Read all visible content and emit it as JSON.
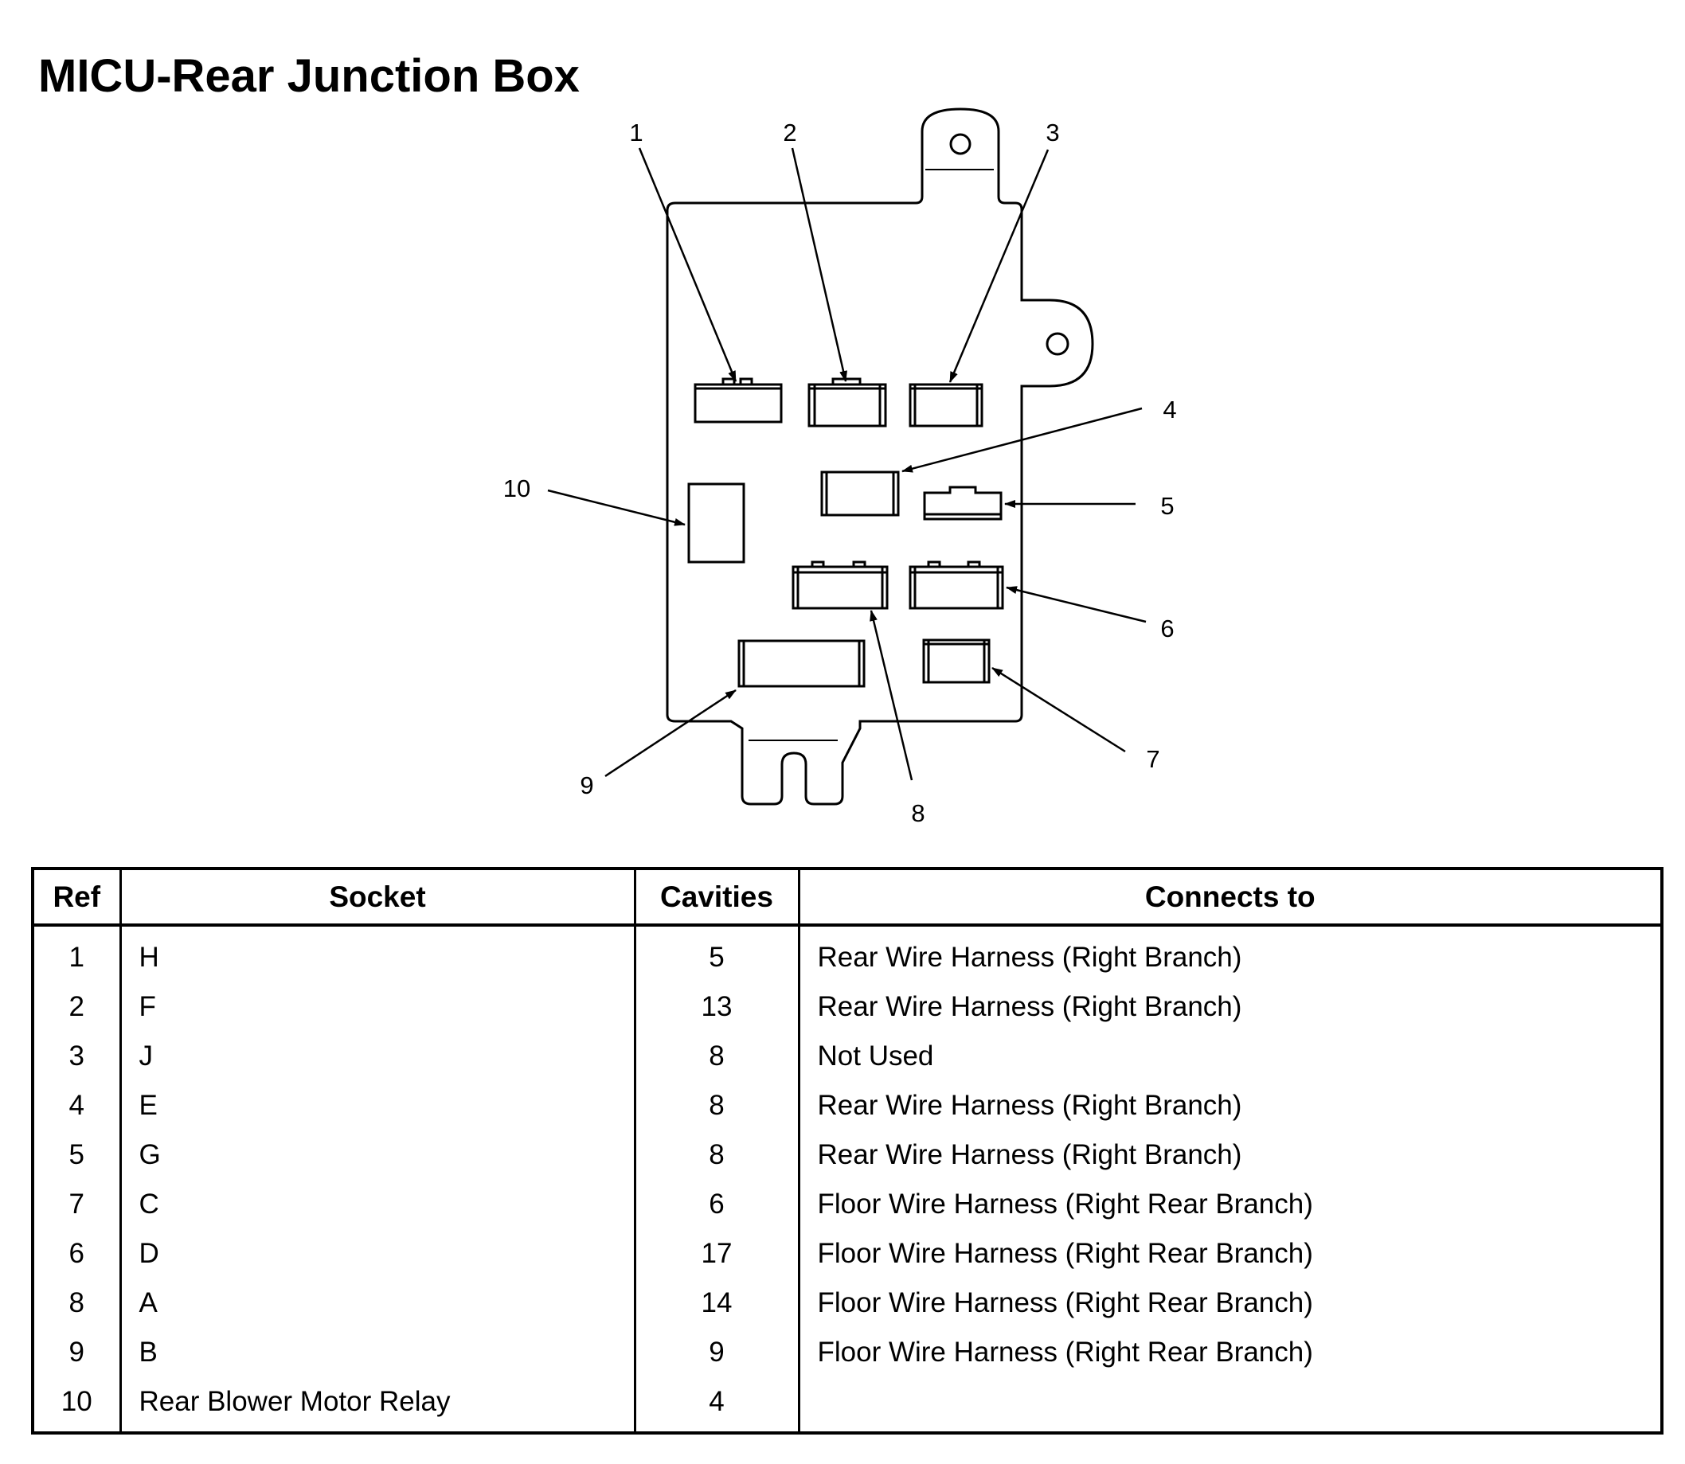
{
  "title": "MICU-Rear Junction Box",
  "callouts": [
    "1",
    "2",
    "3",
    "4",
    "5",
    "6",
    "7",
    "8",
    "9",
    "10"
  ],
  "table": {
    "headers": {
      "ref": "Ref",
      "socket": "Socket",
      "cavities": "Cavities",
      "connects": "Connects to"
    },
    "rows": [
      {
        "ref": "1",
        "socket": "H",
        "cavities": "5",
        "connects": "Rear Wire Harness (Right Branch)"
      },
      {
        "ref": "2",
        "socket": "F",
        "cavities": "13",
        "connects": "Rear Wire Harness (Right Branch)"
      },
      {
        "ref": "3",
        "socket": "J",
        "cavities": "8",
        "connects": "Not Used"
      },
      {
        "ref": "4",
        "socket": "E",
        "cavities": "8",
        "connects": "Rear Wire Harness (Right Branch)"
      },
      {
        "ref": "5",
        "socket": "G",
        "cavities": "8",
        "connects": "Rear Wire Harness (Right Branch)"
      },
      {
        "ref": "7",
        "socket": "C",
        "cavities": "6",
        "connects": "Floor Wire Harness (Right Rear Branch)"
      },
      {
        "ref": "6",
        "socket": "D",
        "cavities": "17",
        "connects": "Floor Wire Harness (Right Rear Branch)"
      },
      {
        "ref": "8",
        "socket": "A",
        "cavities": "14",
        "connects": "Floor Wire Harness (Right Rear Branch)"
      },
      {
        "ref": "9",
        "socket": "B",
        "cavities": "9",
        "connects": "Floor Wire Harness (Right Rear Branch)"
      },
      {
        "ref": "10",
        "socket": "Rear Blower Motor Relay",
        "cavities": "4",
        "connects": ""
      }
    ]
  }
}
